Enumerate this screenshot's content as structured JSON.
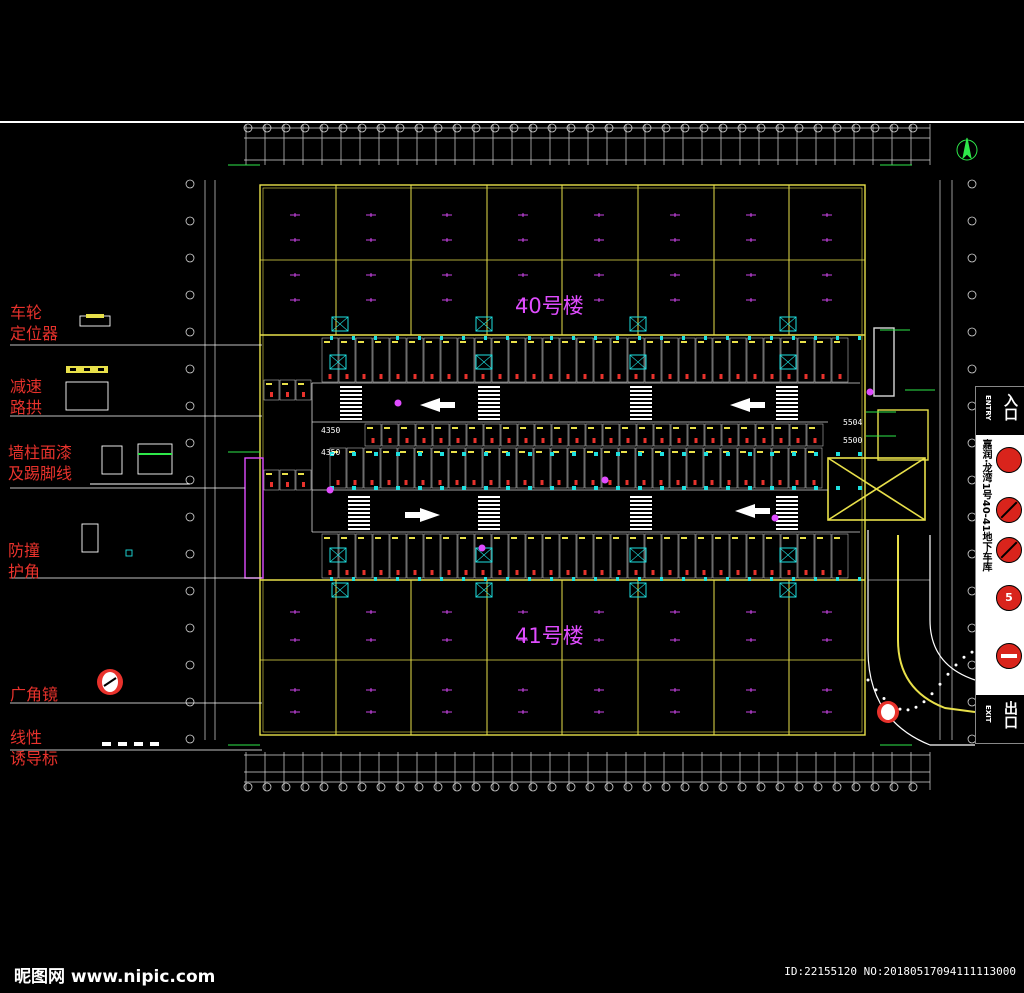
{
  "legend": {
    "labels": [
      "车轮\n定位器",
      "减速\n路拱",
      "墙柱面漆\n及踢脚线",
      "防撞\n护角",
      "广角镜",
      "线性\n诱导标"
    ]
  },
  "buildings": {
    "north": "40号楼",
    "south": "41号楼"
  },
  "dimensions": {
    "d1": "4350",
    "d2": "4350",
    "d3": "5504",
    "d4": "5500"
  },
  "signs": {
    "entry": "入口",
    "entry_en": "ENTRY",
    "exit": "出口",
    "exit_en": "EXIT",
    "strip": "嘉润·龙湾1号40-41地下车库",
    "speed": "5"
  },
  "footer": {
    "logo": "昵图网 www.nipic.com",
    "id": "ID:22155120 NO:20180517094111113000"
  },
  "colors": {
    "background": "#000000",
    "wall": "#e8e04a",
    "grid": "#d8d8d8",
    "cyan": "#1ee0e0",
    "magenta": "#e04cff",
    "red": "#e8322c",
    "green": "#2ee84a"
  }
}
